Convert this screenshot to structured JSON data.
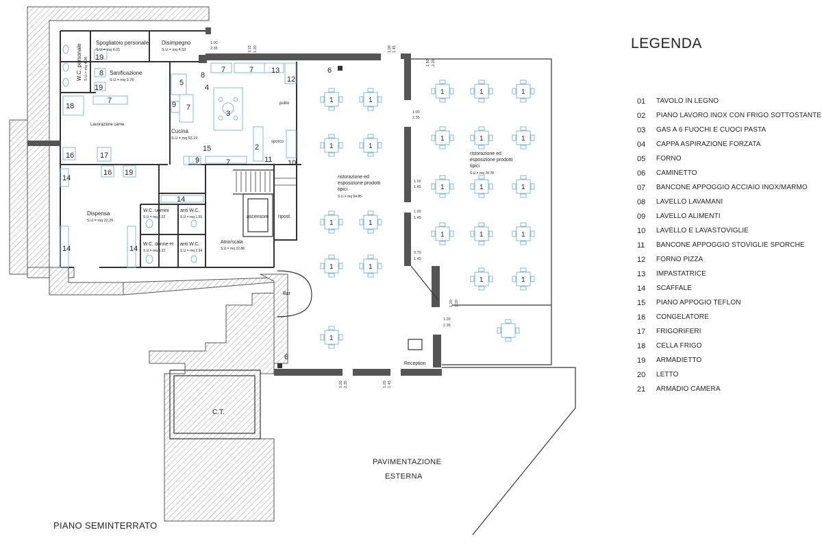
{
  "legend": {
    "title": "LEGENDA",
    "items": [
      {
        "num": "01",
        "label": "TAVOLO IN LEGNO"
      },
      {
        "num": "02",
        "label": "PIANO LAVORO INOX CON FRIGO SOTTOSTANTE"
      },
      {
        "num": "03",
        "label": "GAS A 6  FUOCHI E CUOCI PASTA"
      },
      {
        "num": "04",
        "label": "CAPPA ASPIRAZIONE FORZATA"
      },
      {
        "num": "05",
        "label": "FORNO"
      },
      {
        "num": "06",
        "label": "CAMINETTO"
      },
      {
        "num": "07",
        "label": "BANCONE APPOGGIO ACCIAIO INOX/MARMO"
      },
      {
        "num": "08",
        "label": "LAVELLO LAVAMANI"
      },
      {
        "num": "09",
        "label": "LAVELLO ALIMENTI"
      },
      {
        "num": "10",
        "label": "LAVELLO E LAVASTOVIGLIE"
      },
      {
        "num": "11",
        "label": "BANCONE APPOGGIO STOVIGLIE SPORCHE"
      },
      {
        "num": "12",
        "label": "FORNO PIZZA"
      },
      {
        "num": "13",
        "label": "IMPASTATRICE"
      },
      {
        "num": "14",
        "label": "SCAFFALE"
      },
      {
        "num": "15",
        "label": "PIANO APPOGIO TEFLON"
      },
      {
        "num": "16",
        "label": "CONGELATORE"
      },
      {
        "num": "17",
        "label": "FRIGORIFERI"
      },
      {
        "num": "18",
        "label": "CELLA FRIGO"
      },
      {
        "num": "19",
        "label": "ARMADIETTO"
      },
      {
        "num": "20",
        "label": "LETTO"
      },
      {
        "num": "21",
        "label": "ARMADIO CAMERA"
      }
    ]
  },
  "plan": {
    "title": "PIANO SEMINTERRATO",
    "outdoor_line1": "PAVIMENTAZIONE",
    "outdoor_line2": "ESTERNA"
  },
  "rooms": {
    "spogliatoio": {
      "name": "Spogliatoio  personale",
      "area": "S.U.= mq  4.01"
    },
    "disimpegno": {
      "name": "Disimpegno",
      "area": "S.U.= mq  4.52"
    },
    "wc_personale": {
      "name": "W.C. personale",
      "area": "S.U.= mq  4.20"
    },
    "sanificazione": {
      "name": "Sanificazione",
      "area": "S.U.= mq  3.78"
    },
    "lavorazione": {
      "name": "Lavorazione carne"
    },
    "cucina": {
      "name": "Cucina",
      "area": "S.U.= mq  53.19"
    },
    "pulito": {
      "name": "pulito"
    },
    "sporco": {
      "name": "sporco"
    },
    "dispensa": {
      "name": "Dispensa",
      "area": "S.U.= mq  22.26"
    },
    "wc_uomini": {
      "name": "W.C. uomini",
      "area": "S.U.= mq  2.22"
    },
    "anti_wc1": {
      "name": "anti W.C.",
      "area": "S.U.= mq  1.55"
    },
    "wc_donne": {
      "name": "W.C. donne-H",
      "area": "S.U.= mq  3.33"
    },
    "anti_wc2": {
      "name": "anti W.C.",
      "area": "S.U.= mq  2.34"
    },
    "atrio": {
      "name": "Atrio/scala",
      "area": "S.U.= mq  22.88"
    },
    "ascensore": {
      "name": "ascensore"
    },
    "ripost": {
      "name": "ripost."
    },
    "rist1": {
      "line1": "ristorazione ed",
      "line2": "esposizione prodotti",
      "line3": "tipici",
      "area": "S.U.= mq  94.85"
    },
    "rist2": {
      "line1": "ristorazione ed",
      "line2": "esposizione prodotti",
      "line3": "tipici",
      "area": "S.U.= mq  78.78"
    },
    "bar": {
      "name": "Bar"
    },
    "reception": {
      "name": "Reception"
    },
    "ct": {
      "name": "C.T."
    }
  },
  "marks": {
    "n1": "1",
    "n2": "2",
    "n3": "3",
    "n4": "4",
    "n5": "5",
    "n6": "6",
    "n7": "7",
    "n8": "8",
    "n9": "9",
    "n10": "10",
    "n11": "11",
    "n12": "12",
    "n13": "13",
    "n14": "14",
    "n15": "15",
    "n16": "16",
    "n17": "17",
    "n18": "18",
    "n19": "19"
  },
  "dimensions": {
    "d1": [
      "1.00",
      "2.35"
    ],
    "d2": [
      "3.15",
      "1.20"
    ],
    "d3": [
      "1.00",
      "1.45"
    ],
    "d4": [
      "1.80",
      "2.20"
    ],
    "d5": [
      "1.00",
      "2.35"
    ],
    "d6": [
      "1.00",
      "1.45"
    ],
    "d7": [
      "1.00",
      "1.45"
    ],
    "d8": [
      "0.70",
      "1.45"
    ],
    "d9": [
      "1.20",
      "2.20"
    ],
    "d10": [
      "1.30",
      "2.35"
    ],
    "d11": [
      "1.20",
      "2.35"
    ],
    "d12": [
      "1.20",
      "1.45"
    ]
  },
  "colors": {
    "wall": "#555555",
    "hatch": "#9a9a9a",
    "fixture": "#7fb8e0",
    "line": "#333333"
  }
}
